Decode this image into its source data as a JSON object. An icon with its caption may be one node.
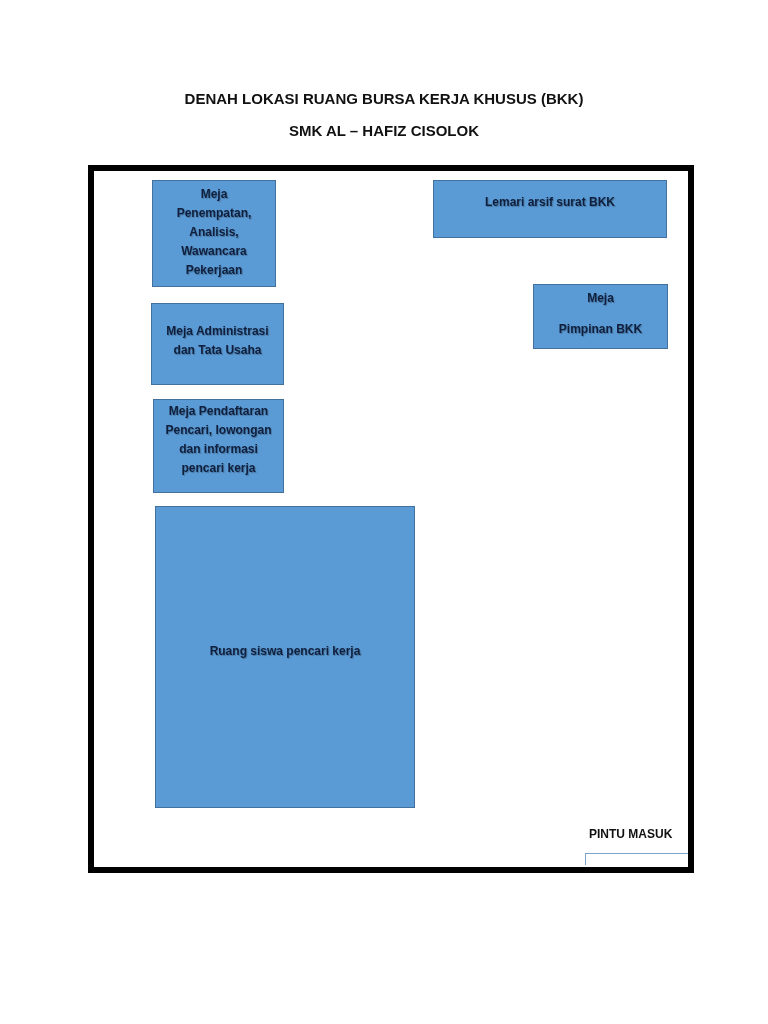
{
  "diagram": {
    "title": "DENAH LOKASI RUANG BURSA KERJA KHUSUS (BKK)",
    "nodes": [
      {
        "text": [],
        "shape": "box"
      },
      {
        "text": [
          "Meja Penempatan, Analisis, Wawancara Pekerjaan"
        ],
        "in": 0
      },
      {
        "text": [
          "Lemari arsif surat  BKK"
        ],
        "in": 0
      },
      {
        "text": [
          "Meja",
          "Pimpinan BKK"
        ],
        "in": 0
      },
      {
        "text": [
          "Meja Administrasi dan Tata Usaha"
        ],
        "in": 0
      },
      {
        "text": [
          "Meja Pendaftaran Pencari, lowongan dan informasi pencari kerja"
        ],
        "in": 0
      },
      {
        "text": [
          "Ruang  siswa pencari kerja"
        ],
        "in": 0
      },
      {
        "text": [
          "PINTU MASUK"
        ],
        "in": 0
      }
    ],
    "labels": [
      "SMK AL – HAFIZ CISOLOK"
    ]
  }
}
